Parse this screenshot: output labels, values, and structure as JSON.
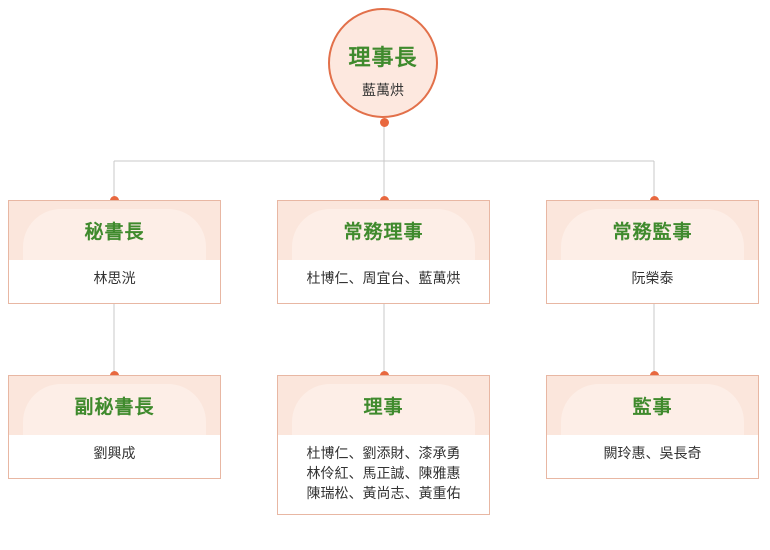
{
  "root": {
    "title": "理事長",
    "name": "藍萬烘"
  },
  "level1": [
    {
      "title": "秘書長",
      "members": [
        "林思洸"
      ]
    },
    {
      "title": "常務理事",
      "members": [
        "杜博仁、周宜台、藍萬烘"
      ]
    },
    {
      "title": "常務監事",
      "members": [
        "阮榮泰"
      ]
    }
  ],
  "level2": [
    {
      "title": "副秘書長",
      "members": [
        "劉興成"
      ]
    },
    {
      "title": "理事",
      "members": [
        "杜博仁、劉添財、漆承勇",
        "林伶紅、馬正誠、陳雅惠",
        "陳瑞松、黃尚志、黃重佑"
      ]
    },
    {
      "title": "監事",
      "members": [
        "闕玲惠、吳長奇"
      ]
    }
  ],
  "colors": {
    "accent": "#e8683f",
    "title_green": "#3f8a2d",
    "header_fill": "#fbe6dc",
    "border": "#e8b7a3",
    "line": "#c8c8c8"
  }
}
